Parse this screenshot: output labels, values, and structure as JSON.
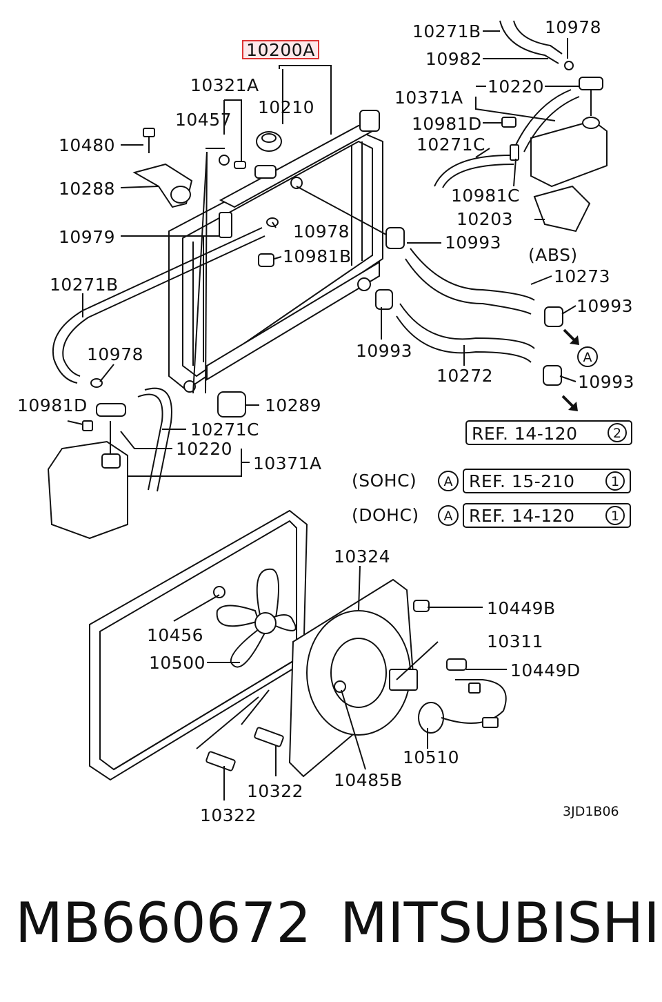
{
  "highlighted_part": "10200A",
  "labels": {
    "l10271B_top": "10271B",
    "l10978_top": "10978",
    "l10982": "10982",
    "l10371A_top": "10371A",
    "l10220_top": "10220",
    "l10981D_top": "10981D",
    "l10271C_top": "10271C",
    "l10981C": "10981C",
    "l10203": "10203",
    "abs": "(ABS)",
    "l10321A": "10321A",
    "l10210": "10210",
    "l10457": "10457",
    "l10480": "10480",
    "l10288": "10288",
    "l10979": "10979",
    "l10978_mid": "10978",
    "l10981B": "10981B",
    "l10993_a": "10993",
    "l10273": "10273",
    "l10993_b": "10993",
    "l10271B_left": "10271B",
    "l10993_c": "10993",
    "l10978_left": "10978",
    "l10272": "10272",
    "l10993_d": "10993",
    "l10981D_left": "10981D",
    "l10289": "10289",
    "l10271C_mid": "10271C",
    "l10220_mid": "10220",
    "l10371A_mid": "10371A",
    "l10324": "10324",
    "l10449B": "10449B",
    "l10311": "10311",
    "l10449D": "10449D",
    "l10456": "10456",
    "l10500": "10500",
    "l10510": "10510",
    "l10485B": "10485B",
    "l10322_a": "10322",
    "l10322_b": "10322",
    "circle_a": "A"
  },
  "refs": [
    {
      "prefix": "",
      "marker": "",
      "text": "REF. 14-120",
      "num": "2"
    },
    {
      "prefix": "(SOHC)",
      "marker": "A",
      "text": "REF. 15-210",
      "num": "1"
    },
    {
      "prefix": "(DOHC)",
      "marker": "A",
      "text": "REF. 14-120",
      "num": "1"
    }
  ],
  "diagram_code": "3JD1B06",
  "footer": {
    "part_number": "MB660672",
    "brand": "MITSUBISHI"
  }
}
